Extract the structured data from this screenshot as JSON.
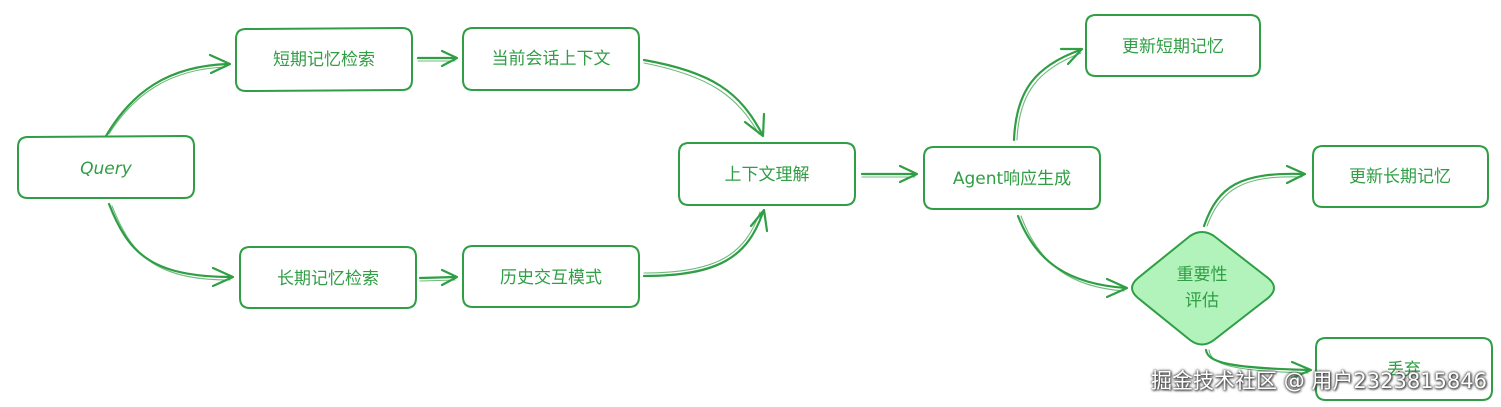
{
  "nodes": {
    "query": {
      "label": "Query"
    },
    "short_term_retrieval": {
      "label": "短期记忆检索"
    },
    "current_context": {
      "label": "当前会话上下文"
    },
    "long_term_retrieval": {
      "label": "长期记忆检索"
    },
    "history_patterns": {
      "label": "历史交互模式"
    },
    "context_understanding": {
      "label": "上下文理解"
    },
    "agent_generation": {
      "label": "Agent响应生成"
    },
    "update_short_term": {
      "label": "更新短期记忆"
    },
    "importance_eval": {
      "line1": "重要性",
      "line2": "评估"
    },
    "update_long_term": {
      "label": "更新长期记忆"
    },
    "discard": {
      "label": "丢弃"
    }
  },
  "colors": {
    "stroke": "#2f9e44",
    "text": "#2f9e44",
    "diamond_fill": "#b2f2bb",
    "background": "#ffffff"
  },
  "watermark": {
    "text": "掘金技术社区 @ 用户2323815846"
  }
}
